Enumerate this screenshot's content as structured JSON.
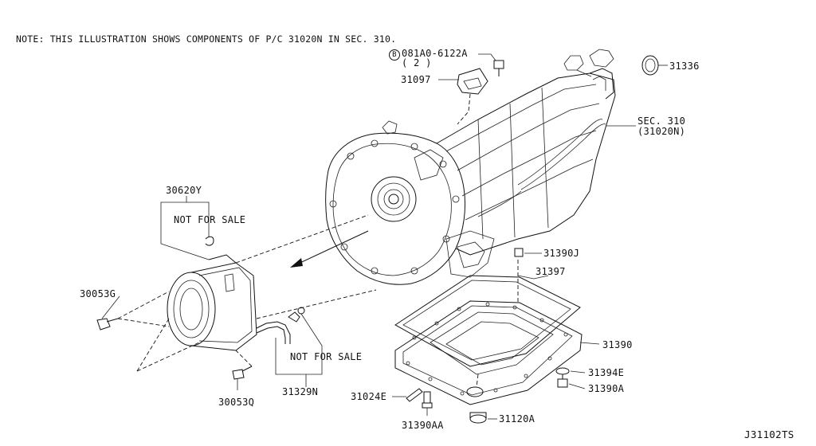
{
  "note": "NOTE: THIS ILLUSTRATION SHOWS COMPONENTS OF P/C 31020N IN SEC. 310.",
  "diagram_code": "J31102TS",
  "labels": {
    "bolt_circle": "B",
    "bolt_081a0": "081A0-6122A",
    "bolt_qty": "( 2 )",
    "p31097": "31097",
    "p31336": "31336",
    "sec310_a": "SEC. 310",
    "sec310_b": "(31020N)",
    "p30620y": "30620Y",
    "nfs_top": "NOT FOR SALE",
    "p30053g": "30053G",
    "p30053q": "30053Q",
    "nfs_bottom": "NOT FOR SALE",
    "p31329n": "31329N",
    "p31390j": "31390J",
    "p31397": "31397",
    "p31390": "31390",
    "p31394e": "31394E",
    "p31390a": "31390A",
    "p31024e": "31024E",
    "p31390aa": "31390AA",
    "p31120a": "31120A"
  }
}
